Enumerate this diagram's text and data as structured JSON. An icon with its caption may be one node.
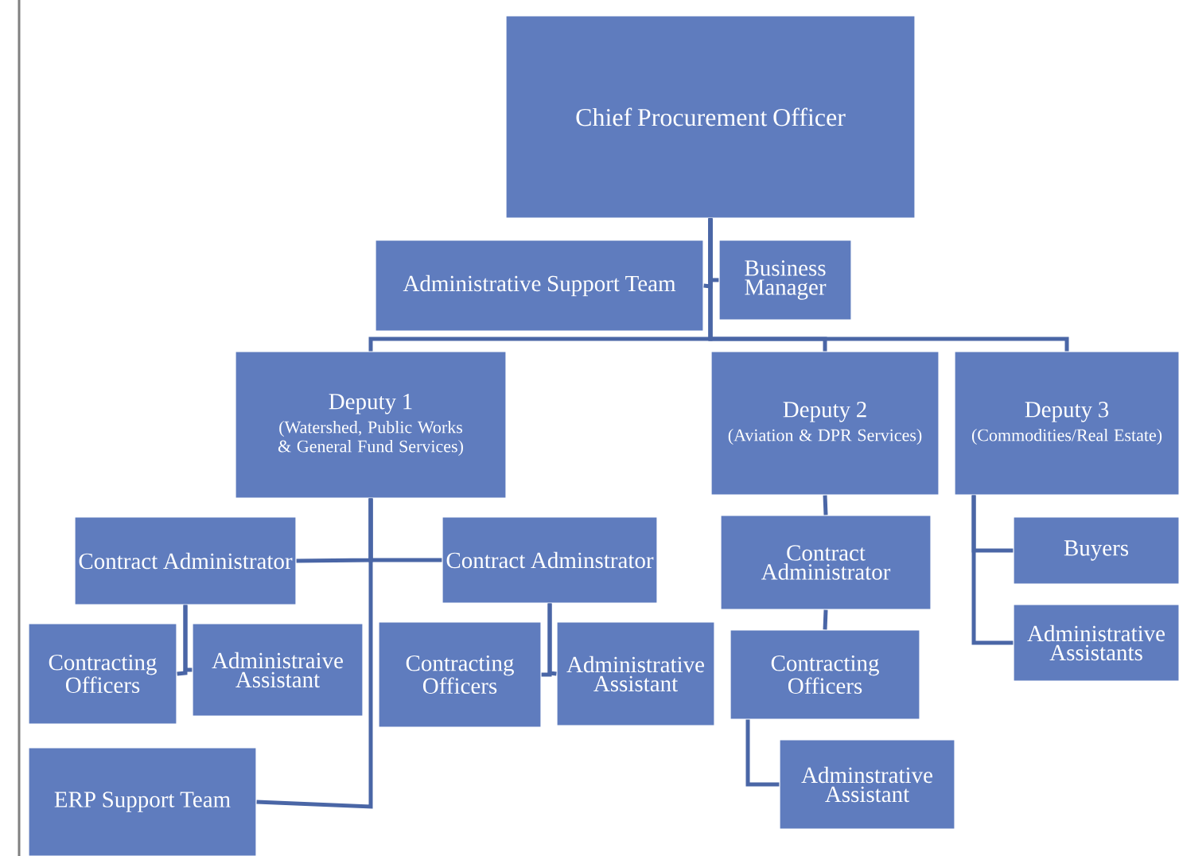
{
  "diagram": {
    "nodes": [
      {
        "text": [
          "Chief Procurement Officer"
        ]
      },
      {
        "text": [
          "Administrative Support Team"
        ]
      },
      {
        "text": [
          "Business Manager"
        ]
      },
      {
        "text": [
          "Deputy 1",
          "(Watershed, Public Works & General Fund Services)"
        ]
      },
      {
        "text": [
          "Deputy 2",
          "(Aviation & DPR Services)"
        ]
      },
      {
        "text": [
          "Deputy 3",
          "(Commodities/Real Estate)"
        ]
      },
      {
        "text": [
          "Contract Administrator"
        ]
      },
      {
        "text": [
          "Contract Adminstrator"
        ]
      },
      {
        "text": [
          "Contract Administrator"
        ]
      },
      {
        "text": [
          "Buyers"
        ]
      },
      {
        "text": [
          "Contracting Officers"
        ]
      },
      {
        "text": [
          "Administraive Assistant"
        ]
      },
      {
        "text": [
          "Contracting Officers"
        ]
      },
      {
        "text": [
          "Administrative Assistant"
        ]
      },
      {
        "text": [
          "Contracting Officers"
        ]
      },
      {
        "text": [
          "Administrative Assistants"
        ]
      },
      {
        "text": [
          "ERP Support Team"
        ]
      },
      {
        "text": [
          "Adminstrative Assistant"
        ]
      }
    ],
    "edges": [
      {
        "from": 0,
        "to": 1,
        "arrow": "none"
      },
      {
        "from": 0,
        "to": 2,
        "arrow": "none"
      },
      {
        "from": 0,
        "to": 3,
        "arrow": "none"
      },
      {
        "from": 0,
        "to": 4,
        "arrow": "none"
      },
      {
        "from": 0,
        "to": 5,
        "arrow": "none"
      },
      {
        "from": 3,
        "to": 6,
        "arrow": "none"
      },
      {
        "from": 3,
        "to": 7,
        "arrow": "none"
      },
      {
        "from": 3,
        "to": 16,
        "arrow": "none"
      },
      {
        "from": 6,
        "to": 10,
        "arrow": "none"
      },
      {
        "from": 6,
        "to": 11,
        "arrow": "none"
      },
      {
        "from": 7,
        "to": 12,
        "arrow": "none"
      },
      {
        "from": 7,
        "to": 13,
        "arrow": "none"
      },
      {
        "from": 4,
        "to": 8,
        "arrow": "none"
      },
      {
        "from": 8,
        "to": 14,
        "arrow": "none"
      },
      {
        "from": 14,
        "to": 17,
        "arrow": "none"
      },
      {
        "from": 5,
        "to": 9,
        "arrow": "none"
      },
      {
        "from": 5,
        "to": 15,
        "arrow": "none"
      }
    ]
  }
}
